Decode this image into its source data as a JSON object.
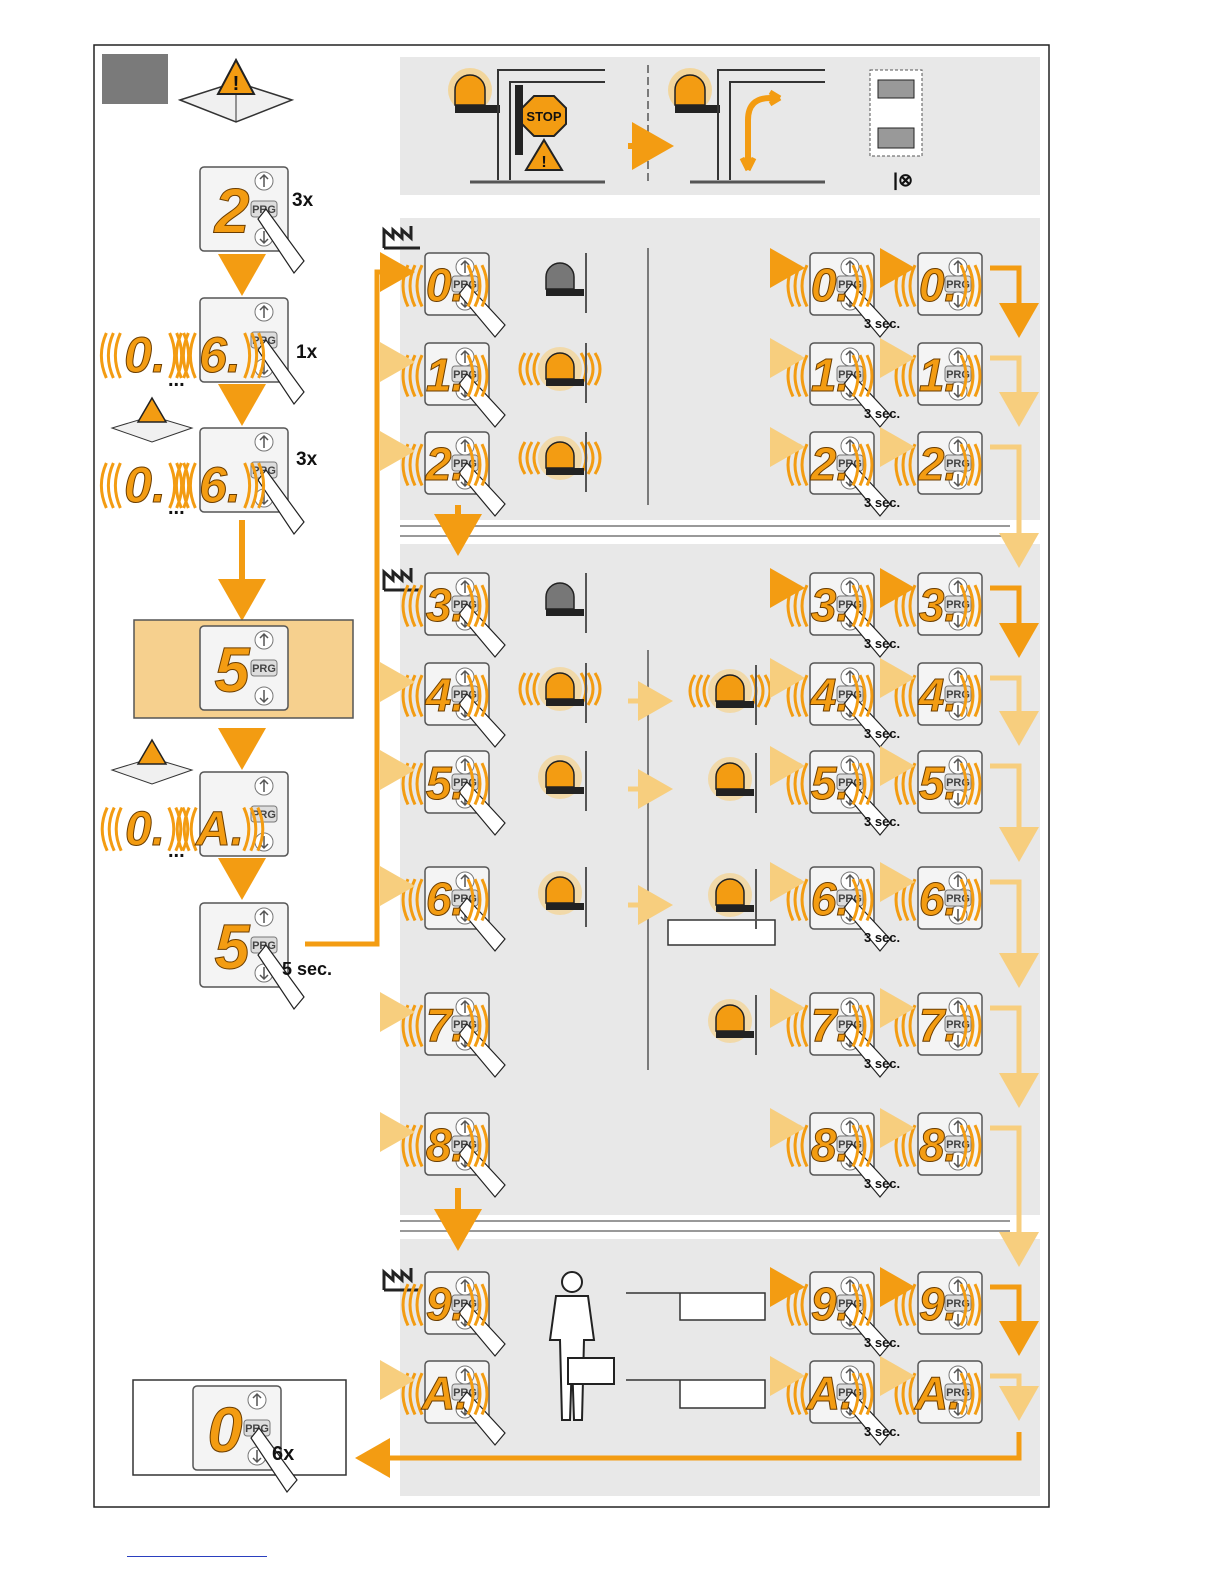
{
  "colors": {
    "orange": "#F39C12",
    "orange_light": "#F7CE7E",
    "panel_grey": "#E8E8E8",
    "frame": "#222222",
    "tab_grey": "#7A7A7A",
    "display_bg": "#F4F4F4",
    "housing": "#F6D08E"
  },
  "left_sequence": {
    "step1": {
      "digit": "2",
      "press": "3x"
    },
    "step2": {
      "digits": [
        "0.",
        "6."
      ],
      "press": "1x"
    },
    "step3": {
      "digits": [
        "0.",
        "6."
      ],
      "press": "3x"
    },
    "step4": {
      "digit": "5"
    },
    "step5": {
      "digits": [
        "0.",
        "A."
      ]
    },
    "step6": {
      "digit": "5",
      "press": "5 sec."
    },
    "final": {
      "digit": "0",
      "press": "6x"
    }
  },
  "prg_label": "PRG",
  "confirm_label": "3 sec.",
  "top_panel": {
    "stop_sign": "STOP"
  },
  "rows": [
    {
      "code": "0.",
      "confirm": "3 sec."
    },
    {
      "code": "1.",
      "confirm": "3 sec."
    },
    {
      "code": "2.",
      "confirm": "3 sec."
    },
    {
      "code": "3.",
      "confirm": "3 sec."
    },
    {
      "code": "4.",
      "confirm": "3 sec."
    },
    {
      "code": "5.",
      "confirm": "3 sec."
    },
    {
      "code": "6.",
      "confirm": "3 sec."
    },
    {
      "code": "7.",
      "confirm": "3 sec."
    },
    {
      "code": "8.",
      "confirm": "3 sec."
    },
    {
      "code": "9.",
      "confirm": "3 sec."
    },
    {
      "code": "A.",
      "confirm": "3 sec."
    }
  ]
}
